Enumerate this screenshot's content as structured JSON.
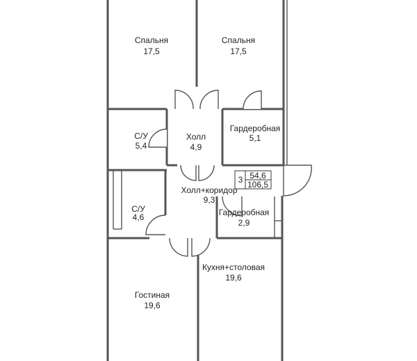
{
  "rooms": [
    {
      "name": "Спальня",
      "area": "17,5"
    },
    {
      "name": "Спальня",
      "area": "17,5"
    },
    {
      "name": "С/У",
      "area": "5,4"
    },
    {
      "name": "Холл",
      "area": "4,9"
    },
    {
      "name": "Гардеробная",
      "area": "5,1"
    },
    {
      "name": "Холл+коридор",
      "area": "9,3"
    },
    {
      "name": "С/У",
      "area": "4,6"
    },
    {
      "name": "Гардеробная",
      "area": "2,9"
    },
    {
      "name": "Кухня+столовая",
      "area": "19,6"
    },
    {
      "name": "Гостиная",
      "area": "19,6"
    }
  ],
  "apartment": {
    "rooms_count": "3",
    "living_area": "54,6",
    "total_area": "106,5"
  }
}
